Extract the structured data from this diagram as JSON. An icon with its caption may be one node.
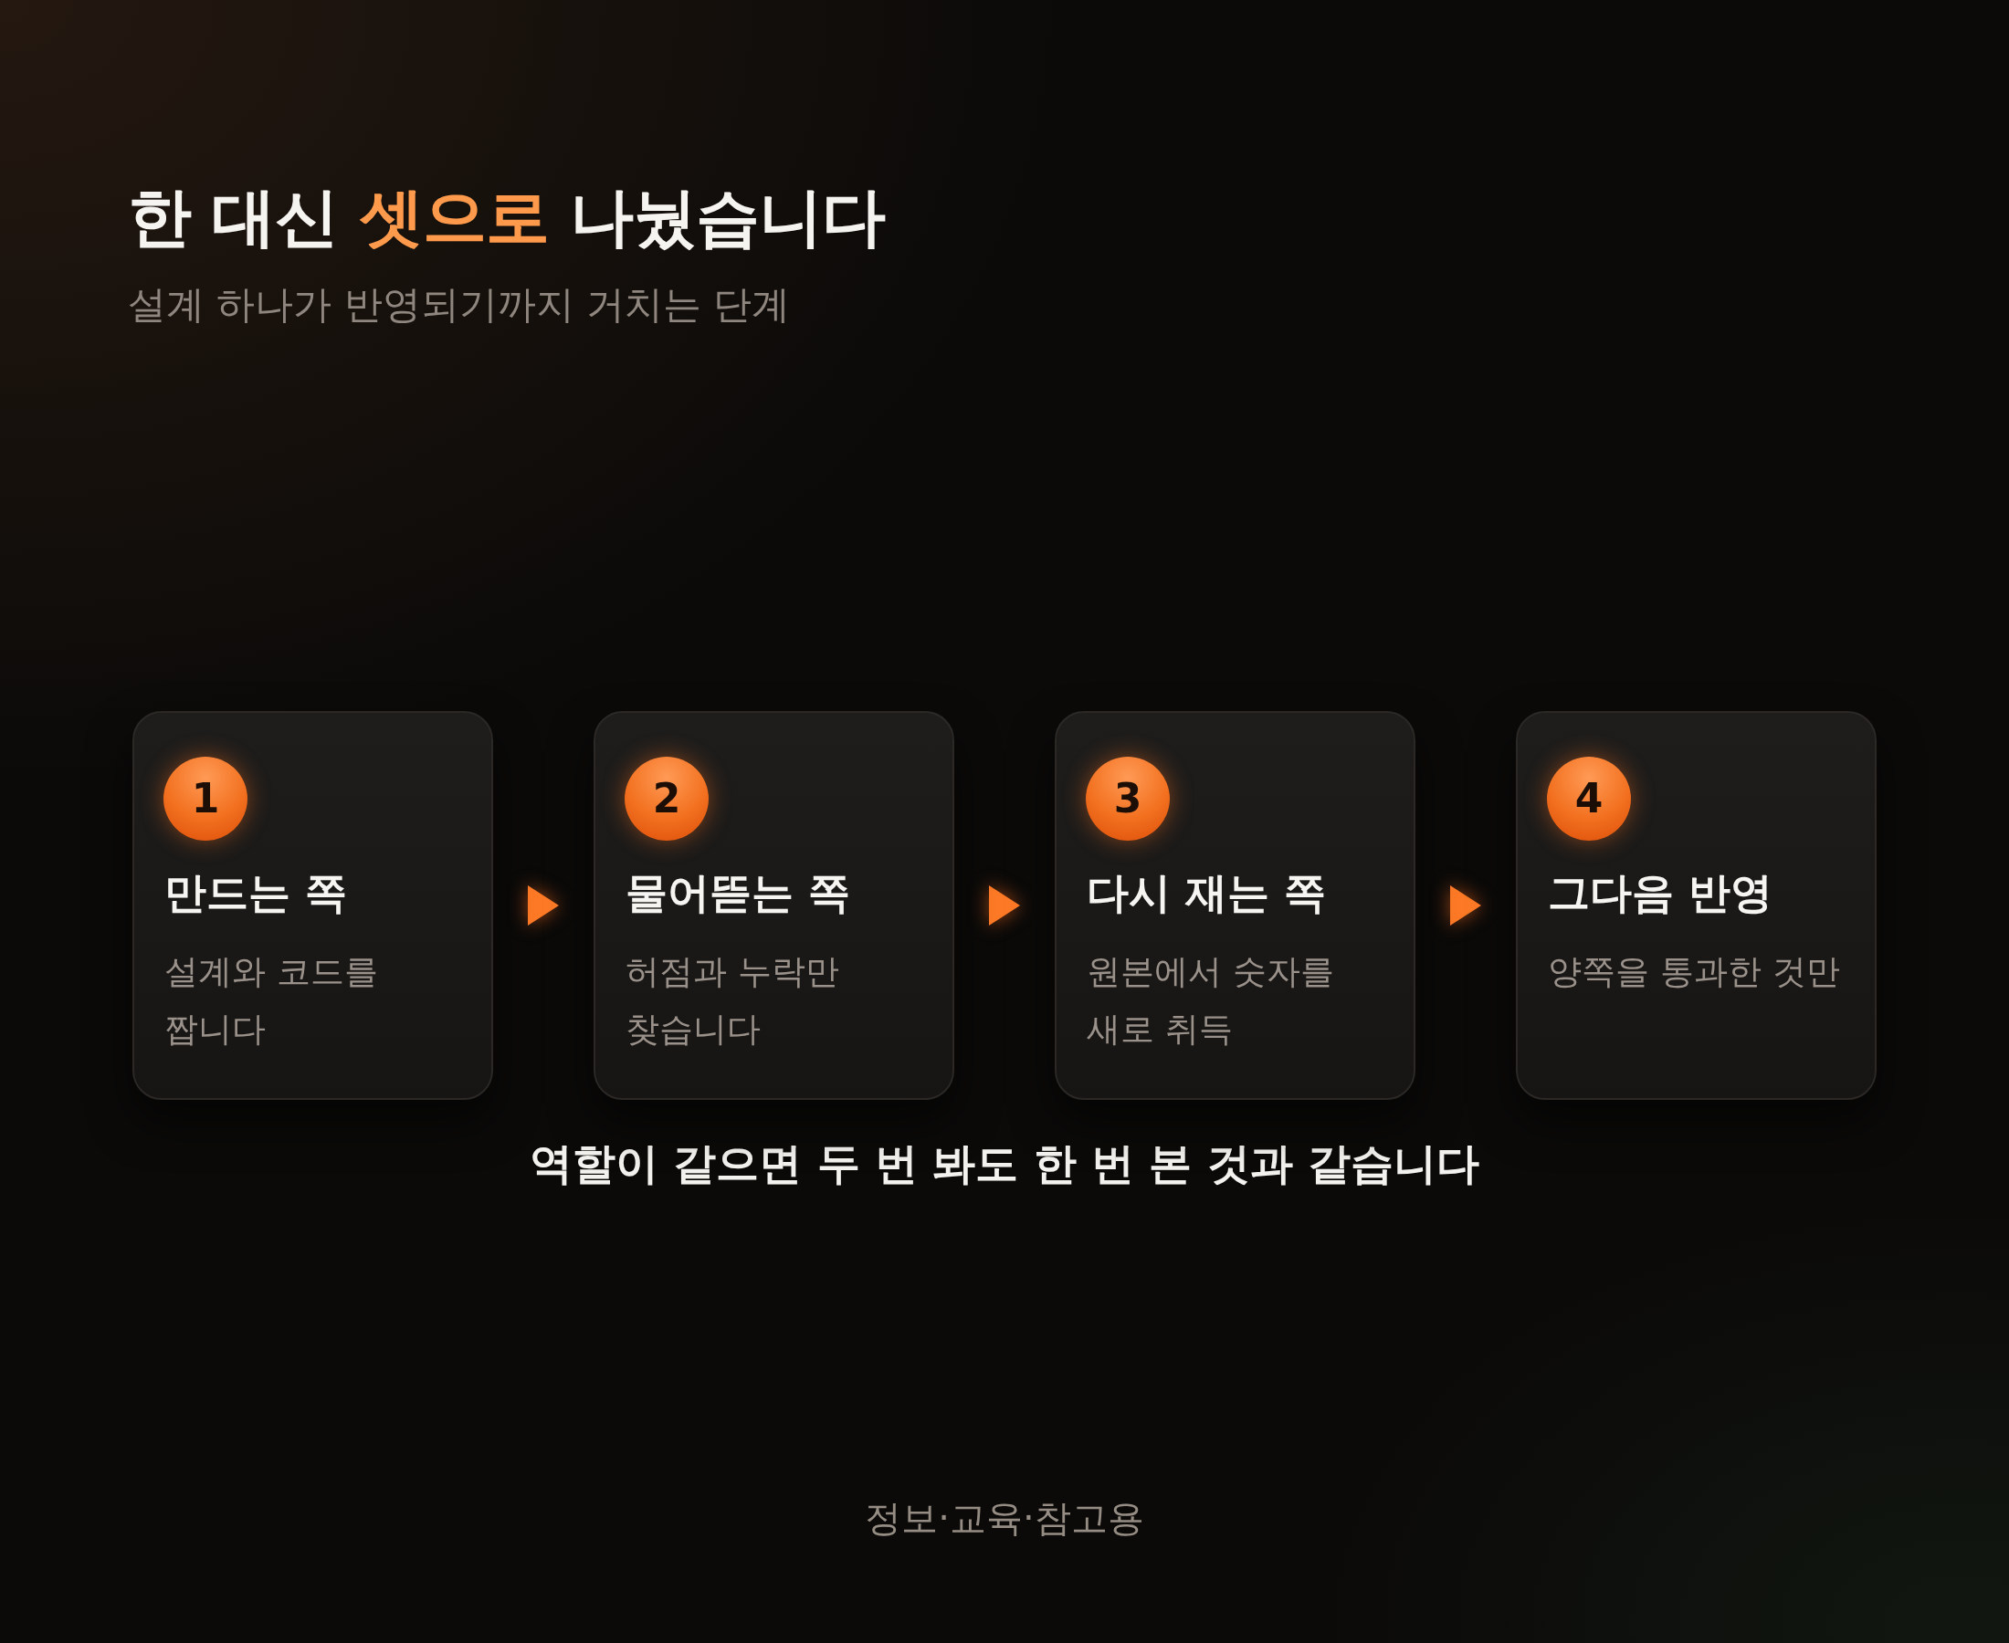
{
  "diagram": {
    "title": "한 대신 **셋으로** 나눴습니다",
    "nodes": [
      {
        "text": [
          "만드는 쪽",
          "설계와 코드를 짭니다"
        ]
      },
      {
        "text": [
          "1"
        ],
        "in": 0
      },
      {
        "text": [
          "물어뜯는 쪽",
          "허점과 누락만 찾습니다"
        ]
      },
      {
        "text": [
          "2"
        ],
        "in": 2
      },
      {
        "text": [
          "다시 재는 쪽",
          "원본에서 숫자를 새로 취득"
        ]
      },
      {
        "text": [
          "3"
        ],
        "in": 4
      },
      {
        "text": [
          "그다음 반영",
          "양쪽을 통과한 것만"
        ]
      },
      {
        "text": [
          "4"
        ],
        "in": 6
      }
    ],
    "edges": [
      {
        "from": 0,
        "to": 2,
        "arrow": "to"
      },
      {
        "from": 2,
        "to": 4,
        "arrow": "to"
      },
      {
        "from": 4,
        "to": 6,
        "arrow": "to"
      }
    ],
    "caption": "역할이 같으면 두 번 봐도 한 번 본 것과 같습니다",
    "labels": [
      "설계 하나가 반영되기까지 거치는 단계",
      "정보·교육·참고용"
    ]
  }
}
